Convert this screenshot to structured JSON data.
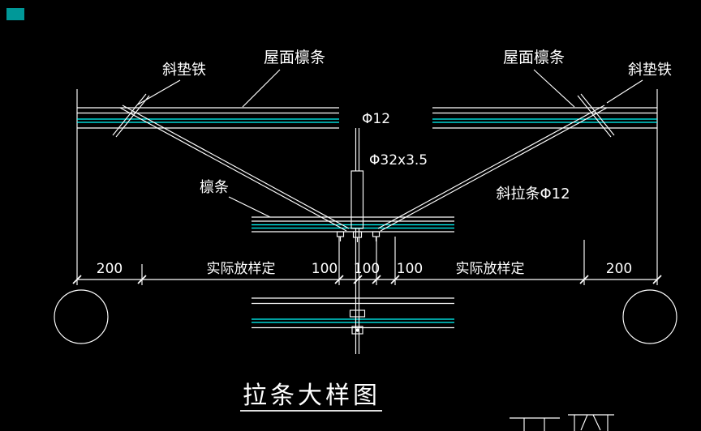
{
  "drawing": {
    "title": "拉条大样图",
    "labels": {
      "pad_iron_left": "斜垫铁",
      "roof_purlin_left": "屋面檩条",
      "roof_purlin_right": "屋面檩条",
      "pad_iron_right": "斜垫铁",
      "purlin": "檩条",
      "rod_dia": "Φ12",
      "pipe_spec": "Φ32x3.5",
      "diagonal_tie": "斜拉条Φ12"
    },
    "dimensions": {
      "d200_left": "200",
      "lofting_left": "实际放样定",
      "d100_a": "100",
      "d100_b": "100",
      "d100_c": "100",
      "lofting_right": "实际放样定",
      "d200_right": "200"
    },
    "colors": {
      "background": "#000000",
      "line": "#ffffff",
      "accent_cyan": "#00ffff",
      "corner_swatch": "#009898"
    }
  }
}
